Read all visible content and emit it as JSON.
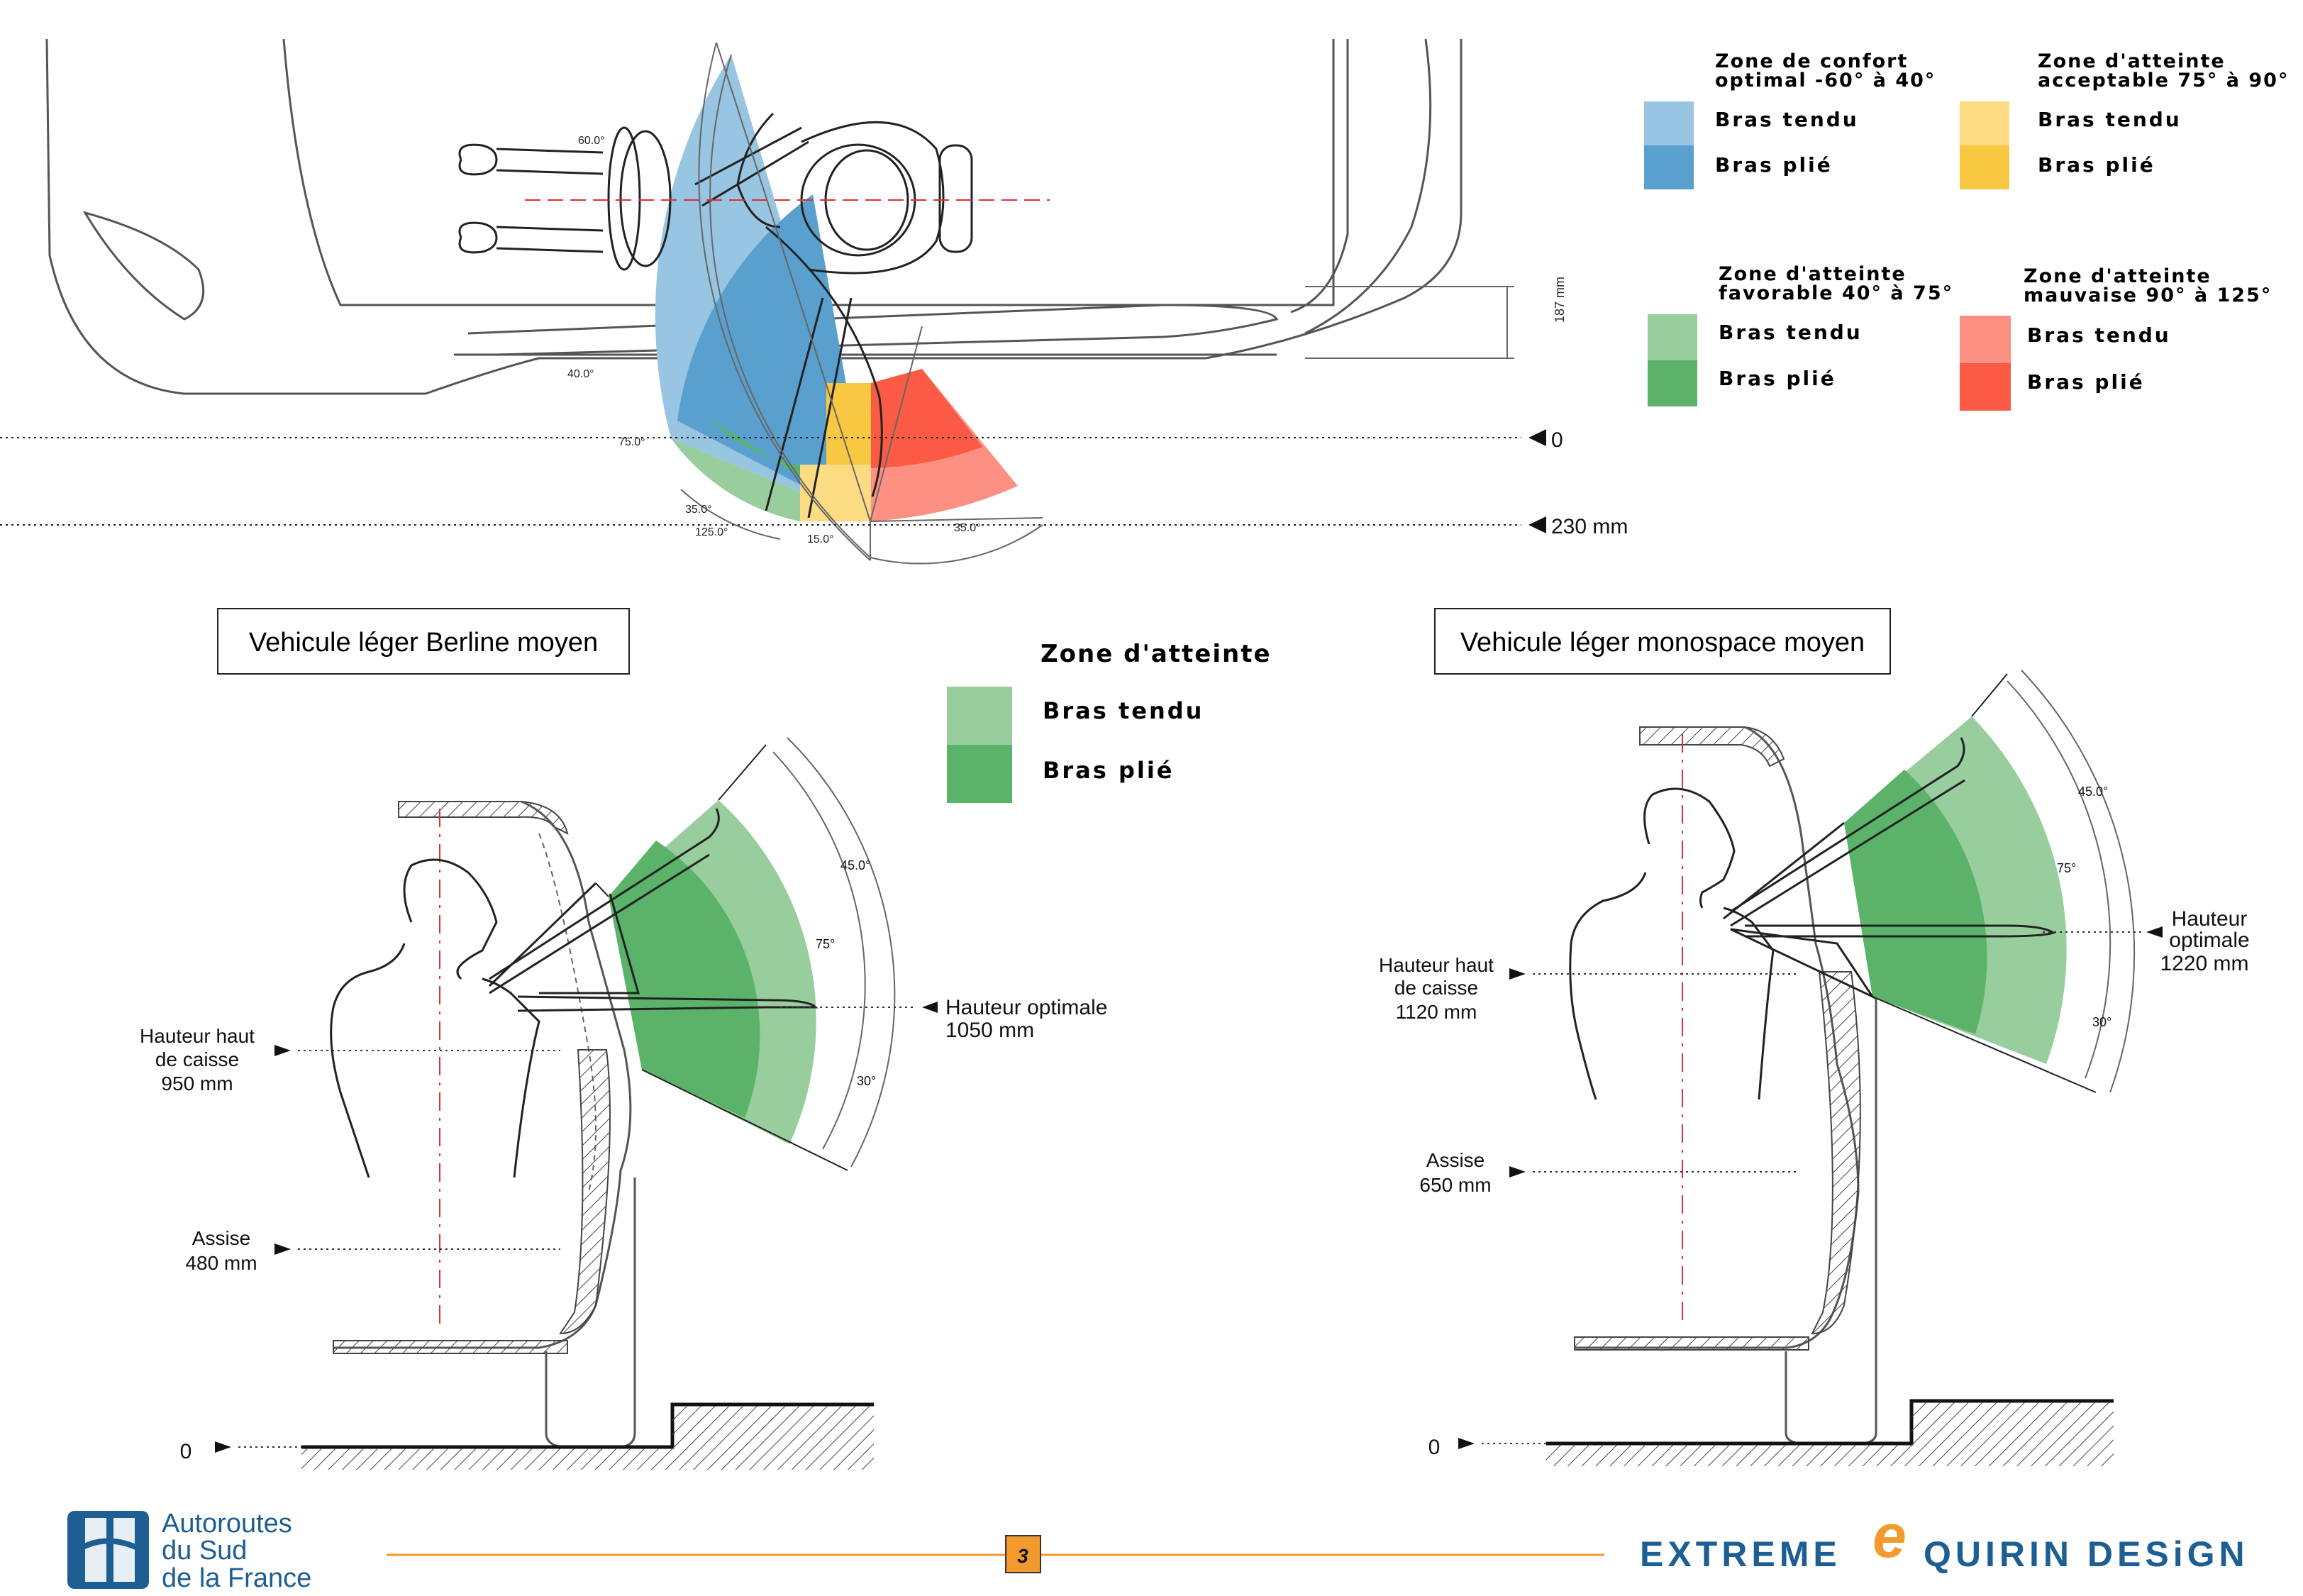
{
  "colors": {
    "blue_light": "#98C5E2",
    "blue_dark": "#5AA0CE",
    "yellow_light": "#FCDC83",
    "yellow_dark": "#F9C842",
    "green_light": "#98CD9E",
    "green_dark": "#5BB36A",
    "red_light": "#FC9183",
    "red_dark": "#FB5B45",
    "orange_accent": "#F39A2E",
    "brand_blue": "#1D5E93",
    "dash_red": "#D8303A"
  },
  "legend_top": {
    "zones": [
      {
        "title1": "Zone de confort",
        "title2": "optimal -60° à 40°",
        "tendu": "Bras tendu",
        "plie": "Bras plié",
        "light": "blue_light",
        "dark": "blue_dark"
      },
      {
        "title1": "Zone d'atteinte",
        "title2": "acceptable 75° à 90°",
        "tendu": "Bras tendu",
        "plie": "Bras plié",
        "light": "yellow_light",
        "dark": "yellow_dark"
      },
      {
        "title1": "Zone d'atteinte",
        "title2": "favorable 40° à 75°",
        "tendu": "Bras tendu",
        "plie": "Bras plié",
        "light": "green_light",
        "dark": "green_dark"
      },
      {
        "title1": "Zone d'atteinte",
        "title2": "mauvaise 90° à 125°",
        "tendu": "Bras tendu",
        "plie": "Bras plié",
        "light": "red_light",
        "dark": "red_dark"
      }
    ]
  },
  "legend_mid": {
    "title": "Zone d'atteinte",
    "tendu": "Bras tendu",
    "plie": "Bras plié"
  },
  "top_view": {
    "angles": [
      "60.0°",
      "40.0°",
      "75.0°",
      "35.0°",
      "125.0°",
      "15.0°",
      "35.0°"
    ],
    "dimension": "187 mm",
    "level_0": "0",
    "level_230": "230 mm"
  },
  "berline": {
    "title": "Vehicule léger Berline moyen",
    "hauteur_haut_caisse": [
      "Hauteur haut",
      "de caisse",
      "950 mm"
    ],
    "assise": [
      "Assise",
      "480 mm"
    ],
    "hauteur_optimale": [
      "Hauteur optimale",
      "1050 mm"
    ],
    "zero": "0",
    "angles": [
      "45.0°",
      "75°",
      "30°"
    ]
  },
  "monospace": {
    "title": "Vehicule léger monospace moyen",
    "hauteur_haut_caisse": [
      "Hauteur haut",
      "de caisse",
      "1120 mm"
    ],
    "assise": [
      "Assise",
      "650 mm"
    ],
    "hauteur_optimale": [
      "Hauteur",
      "optimale",
      "1220 mm"
    ],
    "zero": "0",
    "angles": [
      "45.0°",
      "75°",
      "30°"
    ]
  },
  "footer": {
    "logo_left": [
      "Autoroutes",
      "du Sud",
      "de la France"
    ],
    "page_number": "3",
    "brand_left": "EXTREME",
    "brand_mark": "e",
    "brand_right": "QUIRIN DESiGN"
  }
}
